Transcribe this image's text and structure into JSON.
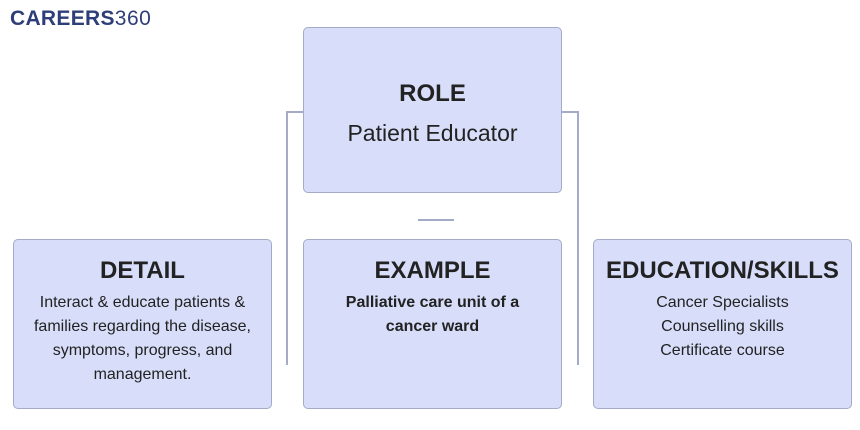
{
  "logo": {
    "brand": "CAREERS",
    "number": "360"
  },
  "role": {
    "heading": "ROLE",
    "value": "Patient Educator"
  },
  "detail": {
    "heading": "DETAIL",
    "text": "Interact & educate patients & families regarding the disease, symptoms, progress, and management."
  },
  "example": {
    "heading": "EXAMPLE",
    "text": "Palliative care unit of a cancer ward"
  },
  "education_skills": {
    "heading": "EDUCATION/SKILLS",
    "items": [
      "Cancer Specialists",
      "Counselling skills",
      "Certificate course"
    ]
  },
  "colors": {
    "box_fill": "#d8defa",
    "box_border": "#a3abc8",
    "connector": "#a3abc8",
    "logo": "#2d3e78",
    "text": "#222222"
  }
}
